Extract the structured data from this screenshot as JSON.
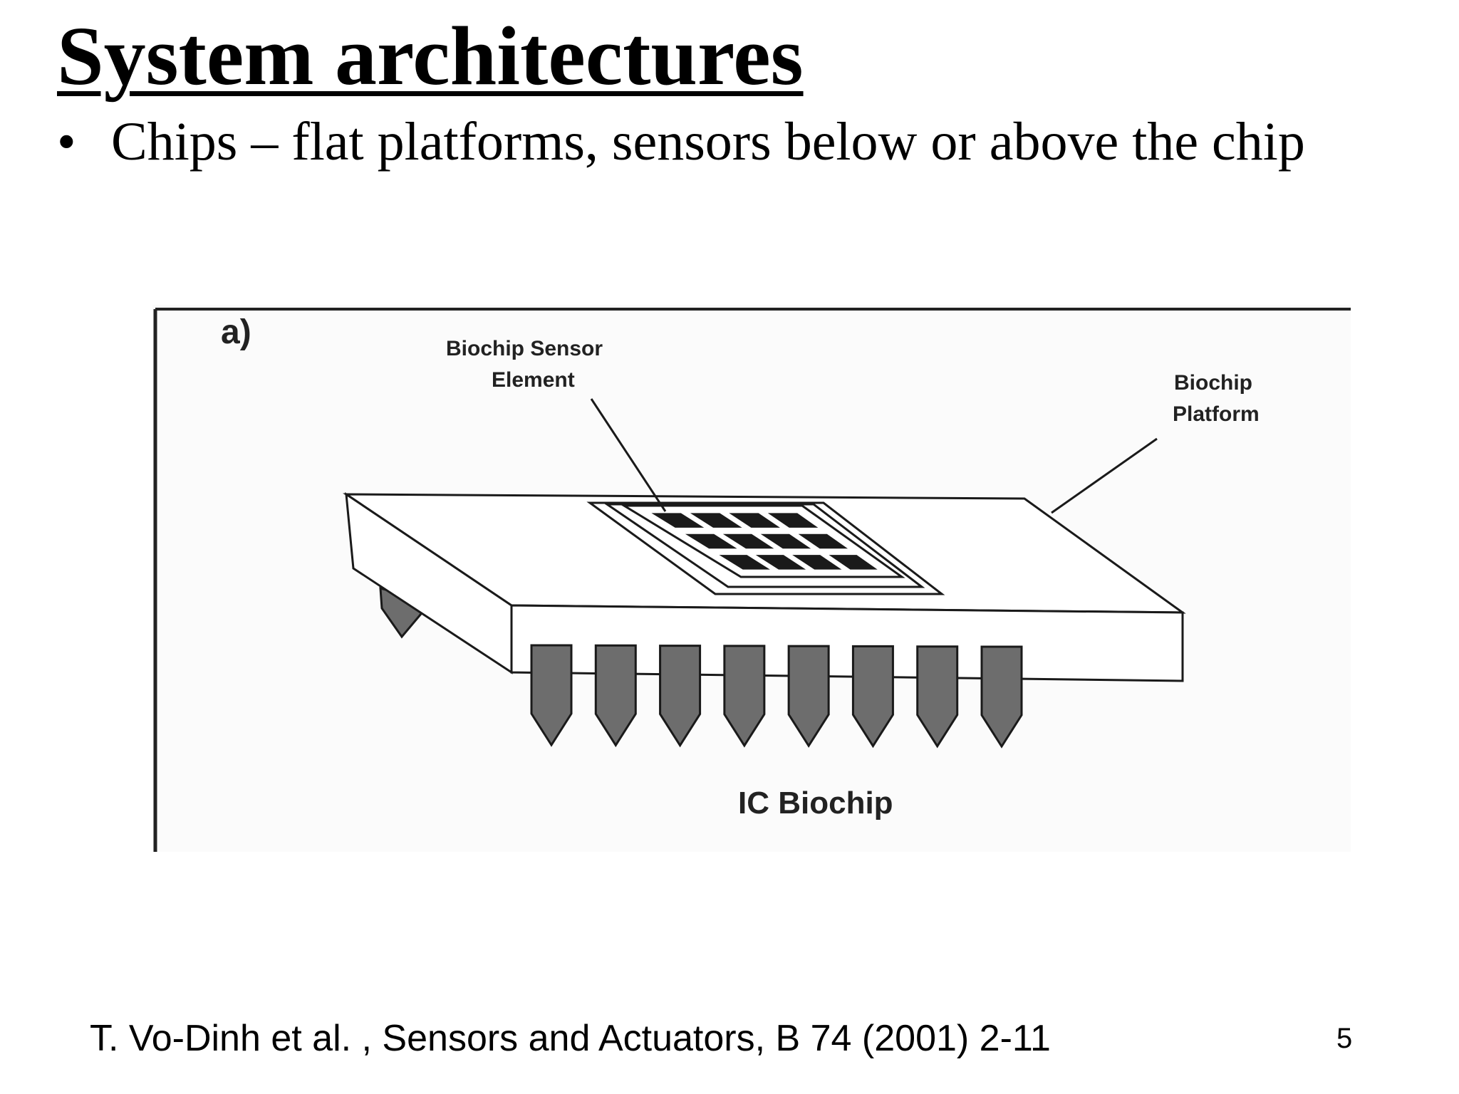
{
  "slide": {
    "title": "System architectures",
    "bullet": "Chips – flat platforms, sensors below or above the chip",
    "citation": "T. Vo-Dinh et al. , Sensors and Actuators,  B 74 (2001) 2-11",
    "page_number": "5"
  },
  "figure": {
    "panel_label": "a)",
    "sensor_label_line1": "Biochip Sensor",
    "sensor_label_line2": "Element",
    "platform_label_line1": "Biochip",
    "platform_label_line2": "Platform",
    "caption": "IC Biochip",
    "sensor_grid": {
      "rows": 3,
      "cols": 4
    },
    "front_pin_count": 8,
    "colors": {
      "pin_fill": "#6d6d6d",
      "cell_fill": "#1a1a1a",
      "line": "#1a1a1a"
    }
  }
}
